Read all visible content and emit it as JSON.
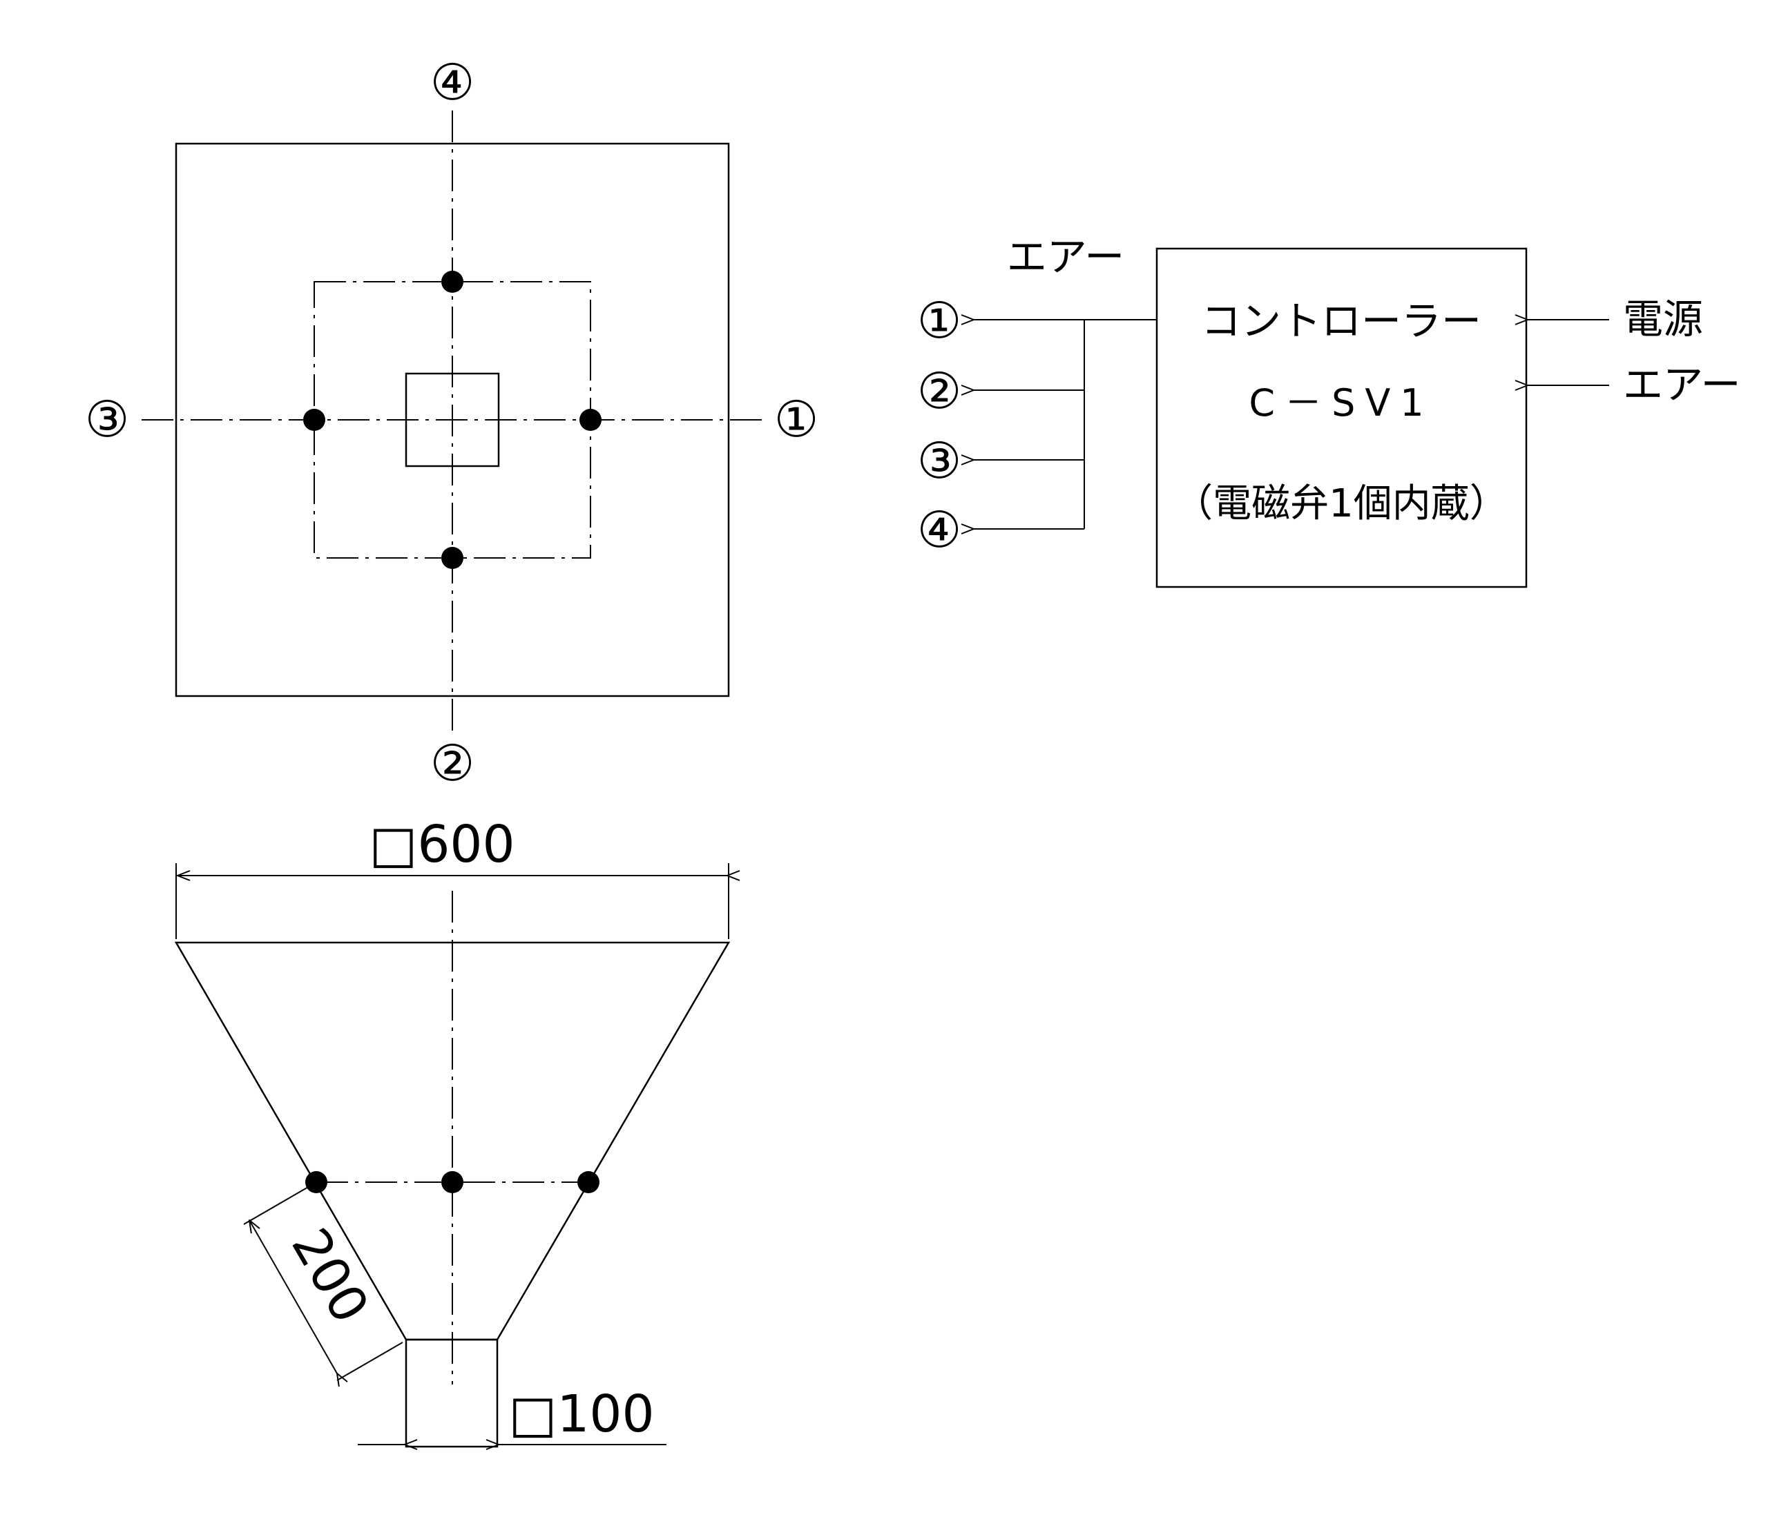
{
  "plan_view": {
    "port_labels": {
      "right": "①",
      "bottom": "②",
      "left": "③",
      "top": "④"
    }
  },
  "section_view": {
    "top_dimension": "□600",
    "bottom_dimension": "□100",
    "slant_dimension": "200"
  },
  "controller": {
    "name": "コントローラー",
    "model": "C－SV1",
    "note": "（電磁弁1個内蔵）",
    "air_out_label": "エアー",
    "power_in_label": "電源",
    "air_in_label": "エアー",
    "outputs": [
      "①",
      "②",
      "③",
      "④"
    ]
  }
}
